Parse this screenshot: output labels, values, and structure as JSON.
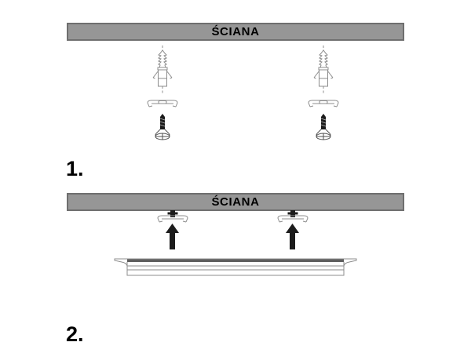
{
  "colors": {
    "background": "#ffffff",
    "text": "#000000",
    "wall_fill": "#969696",
    "wall_border": "#6f6f6f",
    "line_art": "#8c8c8c",
    "dark": "#1c1c1c",
    "screw_line": "#4f4f4f",
    "screw_hatch": "#b5b5b5",
    "lamp_strip": "#5e5e5e"
  },
  "icons": {
    "wall_plug": "wall-plug-icon",
    "mounting_clip": "mounting-clip-icon",
    "mounting_screw": "screw-icon",
    "up_arrow": "up-arrow-icon",
    "lamp_fixture": "lamp-profile-icon"
  },
  "steps": [
    {
      "number": "1.",
      "wall_label": "ŚCIANA"
    },
    {
      "number": "2.",
      "wall_label": "ŚCIANA"
    }
  ]
}
